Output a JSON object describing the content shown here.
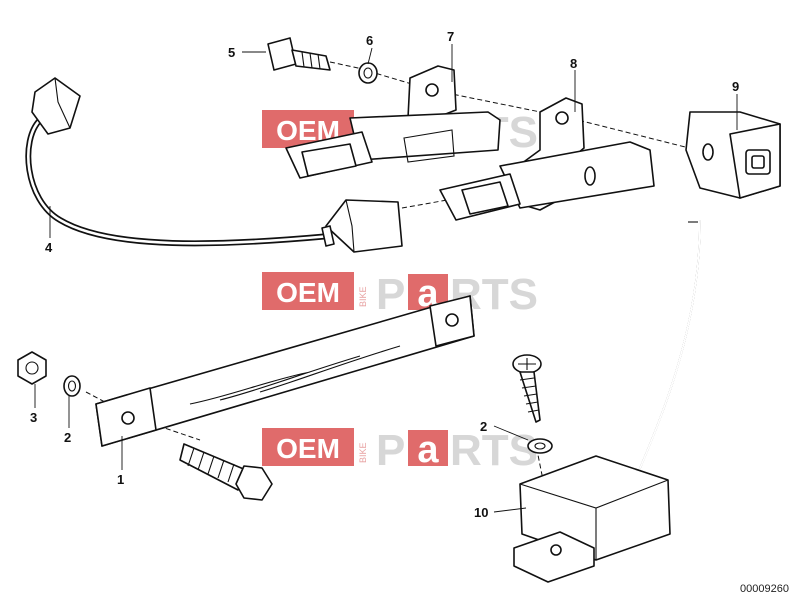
{
  "diagram": {
    "reference": "00009260",
    "callouts": [
      {
        "id": "c1",
        "label": "1"
      },
      {
        "id": "c2a",
        "label": "2"
      },
      {
        "id": "c2b",
        "label": "2"
      },
      {
        "id": "c3",
        "label": "3"
      },
      {
        "id": "c4",
        "label": "4"
      },
      {
        "id": "c5",
        "label": "5"
      },
      {
        "id": "c6",
        "label": "6"
      },
      {
        "id": "c7",
        "label": "7"
      },
      {
        "id": "c8",
        "label": "8"
      },
      {
        "id": "c9",
        "label": "9"
      },
      {
        "id": "c10",
        "label": "10"
      }
    ]
  },
  "watermark": {
    "oem": "OEM",
    "bike": "BIKE",
    "p": "P",
    "a": "a",
    "rts": "RTS",
    "colors": {
      "red": "#e06b6b",
      "grey": "#d7d7d7"
    }
  }
}
